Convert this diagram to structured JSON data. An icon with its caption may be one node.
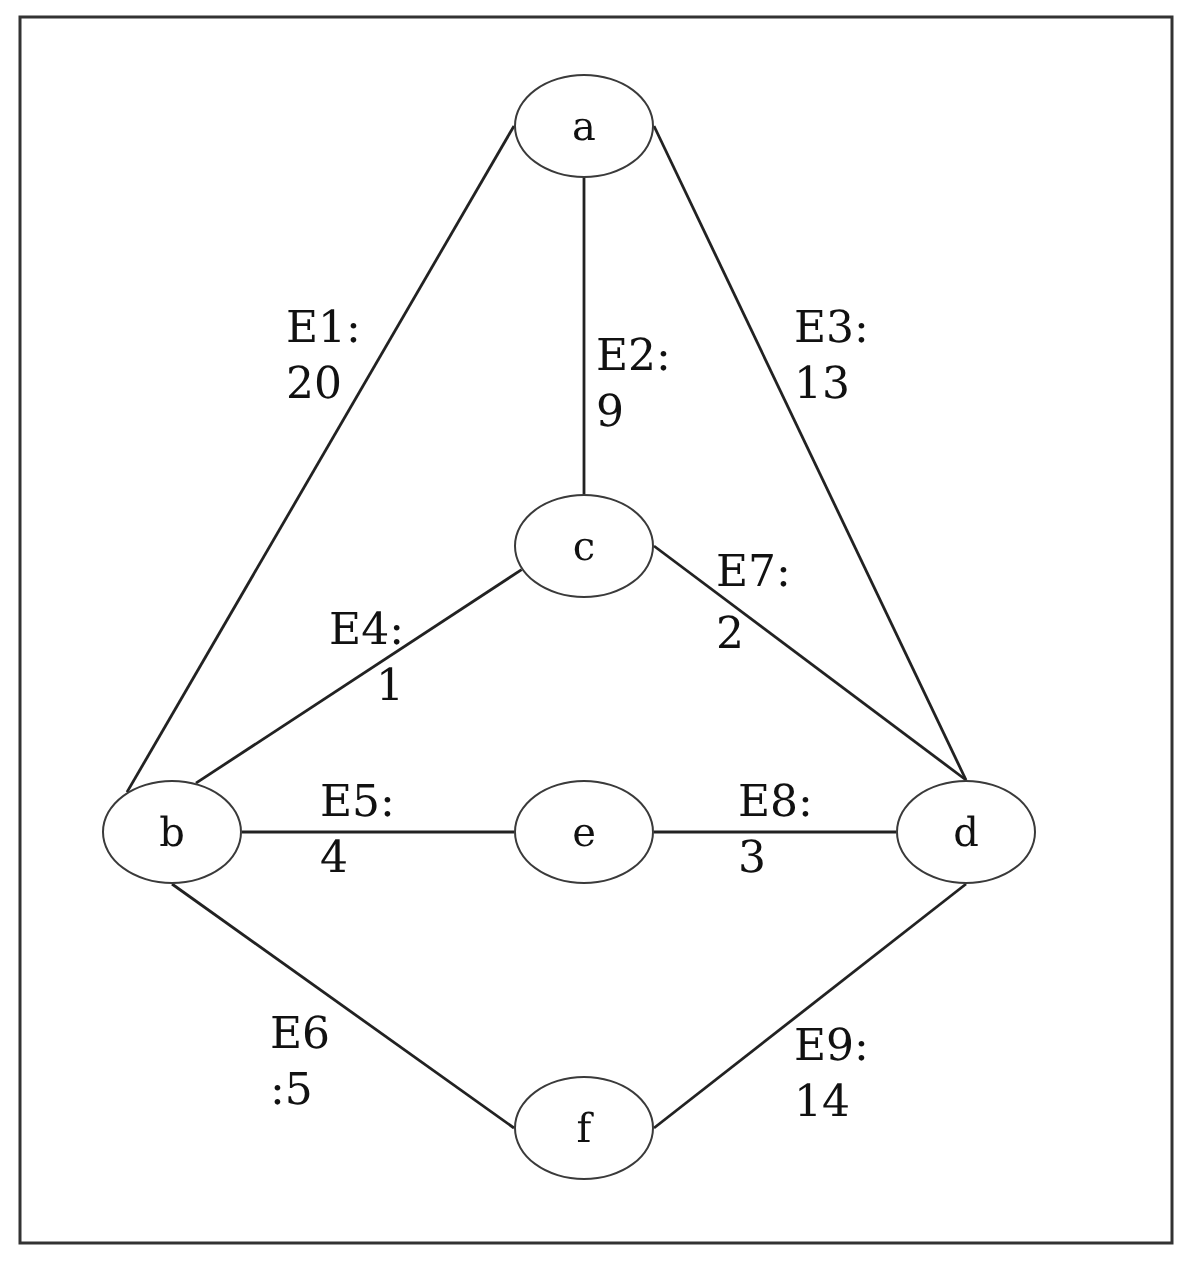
{
  "diagram": {
    "nodes": [
      {
        "text": [
          "a"
        ]
      },
      {
        "text": [
          "c"
        ]
      },
      {
        "text": [
          "b"
        ]
      },
      {
        "text": [
          "e"
        ]
      },
      {
        "text": [
          "d"
        ]
      },
      {
        "text": [
          "f"
        ]
      }
    ],
    "edges": [
      {
        "from": 0,
        "to": 2,
        "arrow": "none",
        "label": "E1: 20"
      },
      {
        "from": 0,
        "to": 1,
        "arrow": "none",
        "label": "E2: 9"
      },
      {
        "from": 0,
        "to": 4,
        "arrow": "none",
        "label": "E3: 13"
      },
      {
        "from": 2,
        "to": 1,
        "arrow": "none",
        "label": "E4: 1"
      },
      {
        "from": 2,
        "to": 3,
        "arrow": "none",
        "label": "E5: 4"
      },
      {
        "from": 2,
        "to": 5,
        "arrow": "none",
        "label": "E6 :5"
      },
      {
        "from": 1,
        "to": 4,
        "arrow": "none",
        "label": "E7: 2"
      },
      {
        "from": 3,
        "to": 4,
        "arrow": "none",
        "label": "E8: 3"
      },
      {
        "from": 5,
        "to": 4,
        "arrow": "none",
        "label": "E9: 14"
      }
    ]
  }
}
